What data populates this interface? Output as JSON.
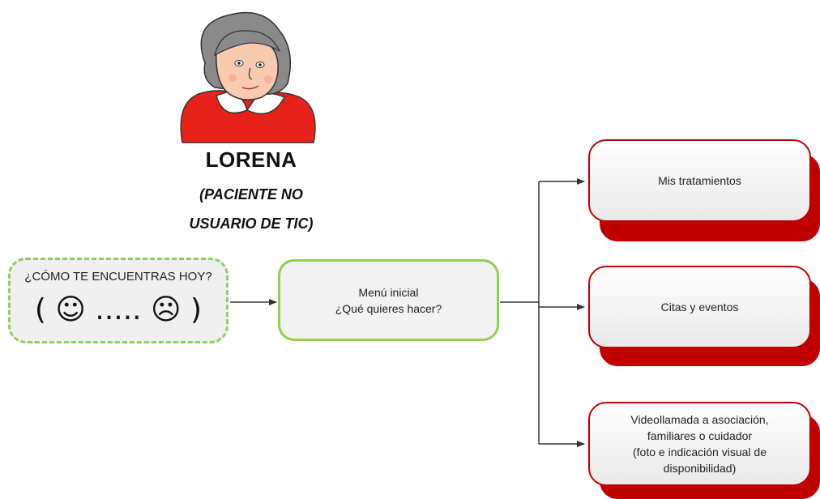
{
  "persona": {
    "name": "LORENA",
    "role_line1": "(PACIENTE NO",
    "role_line2": "USUARIO DE TIC)"
  },
  "mood": {
    "question": "¿CÓMO TE ENCUENTRAS HOY?",
    "scale": "( ☺ ..... ☹ )"
  },
  "menu": {
    "line1": "Menú inicial",
    "line2": "¿Qué quieres hacer?"
  },
  "options": [
    {
      "lines": [
        "Mis tratamientos"
      ]
    },
    {
      "lines": [
        "Citas y eventos"
      ]
    },
    {
      "lines": [
        "Videollamada a asociación,",
        "familiares o cuidador",
        "(foto e indicación visual de",
        "disponibilidad)"
      ]
    }
  ],
  "colors": {
    "green": "#92d050",
    "red": "#c00000",
    "hair": "#8a8a8a",
    "dress": "#e8221b",
    "skin": "#f8cbb0"
  }
}
